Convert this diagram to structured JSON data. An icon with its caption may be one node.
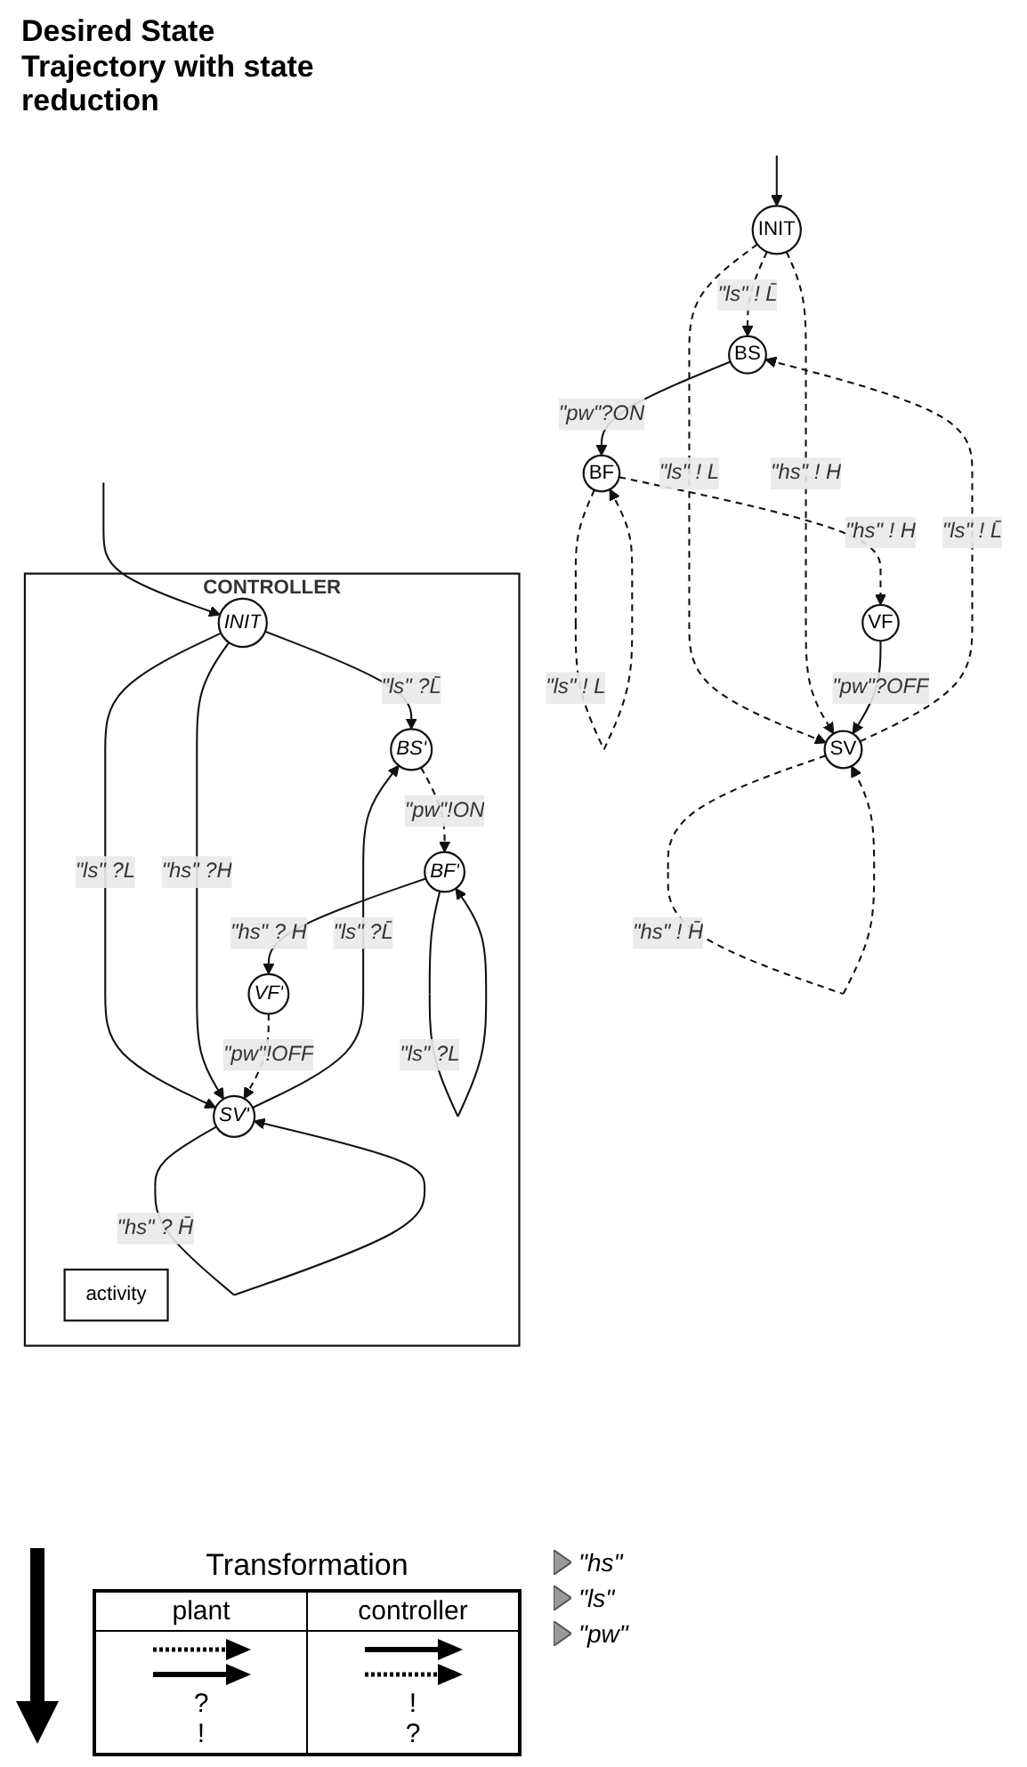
{
  "diagram": {
    "title": "Desired State Trajectory with state reduction",
    "nodes": [
      {
        "text": [
          "INIT"
        ]
      },
      {
        "text": [
          "BS"
        ]
      },
      {
        "text": [
          "SV"
        ]
      },
      {
        "text": [
          "BF"
        ]
      },
      {
        "text": [
          "VF"
        ]
      },
      {
        "text": [
          "CONTROLLER"
        ]
      },
      {
        "text": [
          "INIT"
        ],
        "in": 5
      },
      {
        "text": [
          "BS'"
        ],
        "in": 5
      },
      {
        "text": [
          "SV'"
        ],
        "in": 5
      },
      {
        "text": [
          "BF'"
        ],
        "in": 5
      },
      {
        "text": [
          "VF'"
        ],
        "in": 5
      },
      {
        "text": [
          "activity"
        ],
        "in": 5
      }
    ],
    "edges": [
      {
        "from": null,
        "to": 0,
        "arrow": "to"
      },
      {
        "from": 0,
        "to": 1,
        "arrow": "to",
        "label": "\"ls\" ! L̄",
        "style": "dashed"
      },
      {
        "from": 0,
        "to": 2,
        "arrow": "to",
        "label": "\"ls\" ! L",
        "style": "dashed"
      },
      {
        "from": 0,
        "to": 2,
        "arrow": "to",
        "label": "\"hs\" ! H",
        "style": "dashed"
      },
      {
        "from": 2,
        "to": 1,
        "arrow": "to",
        "label": "\"ls\" ! L̄",
        "style": "dashed"
      },
      {
        "from": 2,
        "to": 2,
        "arrow": "to",
        "label": "\"hs\" ! H̄",
        "style": "dashed"
      },
      {
        "from": 1,
        "to": 3,
        "arrow": "to",
        "label": "\"pw\"?ON"
      },
      {
        "from": 3,
        "to": 4,
        "arrow": "to",
        "label": "\"hs\" ! H",
        "style": "dashed"
      },
      {
        "from": 3,
        "to": 3,
        "arrow": "to",
        "label": "\"ls\" ! L",
        "style": "dashed"
      },
      {
        "from": 4,
        "to": 2,
        "arrow": "to",
        "label": "\"pw\"?OFF"
      },
      {
        "from": null,
        "to": 6,
        "arrow": "to"
      },
      {
        "from": 6,
        "to": 7,
        "arrow": "to",
        "label": "\"ls\" ?L̄"
      },
      {
        "from": 6,
        "to": 8,
        "arrow": "to",
        "label": "\"ls\" ?L"
      },
      {
        "from": 6,
        "to": 8,
        "arrow": "to",
        "label": "\"hs\" ?H"
      },
      {
        "from": 8,
        "to": 7,
        "arrow": "to",
        "label": "\"ls\" ?L̄"
      },
      {
        "from": 8,
        "to": 8,
        "arrow": "to",
        "label": "\"hs\" ? H̄"
      },
      {
        "from": 7,
        "to": 9,
        "arrow": "to",
        "label": "\"pw\"!ON",
        "style": "dashed"
      },
      {
        "from": 9,
        "to": 10,
        "arrow": "to",
        "label": "\"hs\" ? H"
      },
      {
        "from": 9,
        "to": 9,
        "arrow": "to",
        "label": "\"ls\" ?L"
      },
      {
        "from": 10,
        "to": 8,
        "arrow": "to",
        "label": "\"pw\"!OFF",
        "style": "dashed"
      }
    ],
    "labels": [
      "Transformation",
      "plant",
      "controller",
      "?",
      "!",
      "!",
      "?",
      "\"hs\"",
      "\"ls\"",
      "\"pw\""
    ]
  }
}
